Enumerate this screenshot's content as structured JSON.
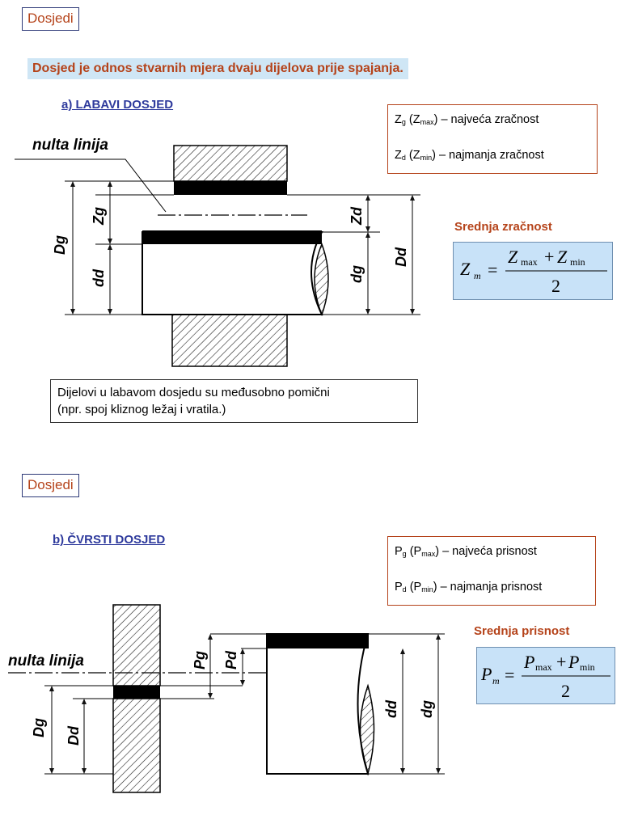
{
  "slide1": {
    "title": "Dosjedi",
    "definition": "Dosjed je odnos stvarnih mjera dvaju dijelova prije spajanja.",
    "heading": "a) LABAVI DOSJED",
    "info": {
      "row1_sym": "Z",
      "row1_sub": "g",
      "row1_paren_sym": "Z",
      "row1_paren_sub": "max",
      "row1_text": ") – najveća zračnost",
      "row2_sym": "Z",
      "row2_sub": "d",
      "row2_paren_sym": "Z",
      "row2_paren_sub": "min",
      "row2_text": ") – najmanja zračnost"
    },
    "mean_label": "Srednja zračnost",
    "formula": {
      "lhs": "Z",
      "lhs_sub": "m",
      "n1": "Z",
      "n1_sub": "max",
      "plus": "+",
      "n2": "Z",
      "n2_sub": "min",
      "den": "2"
    },
    "note_line1": "Dijelovi u labavom dosjedu su međusobno pomični",
    "note_line2": "(npr. spoj kliznog ležaj i vratila.)",
    "drawing": {
      "zero_line": "nulta linija",
      "Dg": "Dg",
      "Zg": "Zg",
      "dd": "dd",
      "Zd": "Zd",
      "dg": "dg",
      "Dd": "Dd"
    }
  },
  "slide2": {
    "title": "Dosjedi",
    "heading": "b) ČVRSTI DOSJED",
    "info": {
      "row1_sym": "P",
      "row1_sub": "g",
      "row1_paren_sym": "P",
      "row1_paren_sub": "max",
      "row1_text": ") – najveća prisnost",
      "row2_sym": "P",
      "row2_sub": "d",
      "row2_paren_sym": "P",
      "row2_paren_sub": "min",
      "row2_text": ") – najmanja prisnost"
    },
    "mean_label": "Srednja prisnost",
    "formula": {
      "lhs": "P",
      "lhs_sub": "m",
      "n1": "P",
      "n1_sub": "max",
      "plus": "+",
      "n2": "P",
      "n2_sub": "min",
      "den": "2"
    },
    "drawing": {
      "zero_line": "nulta linija",
      "Dg": "Dg",
      "Dd": "Dd",
      "Pg": "Pg",
      "Pd": "Pd",
      "dd": "dd",
      "dg": "dg"
    }
  },
  "colors": {
    "accent": "#b5431a",
    "heading": "#2e3a9c",
    "definition_bg": "#cfe6f5",
    "formula_bg": "#c8e2f8"
  }
}
